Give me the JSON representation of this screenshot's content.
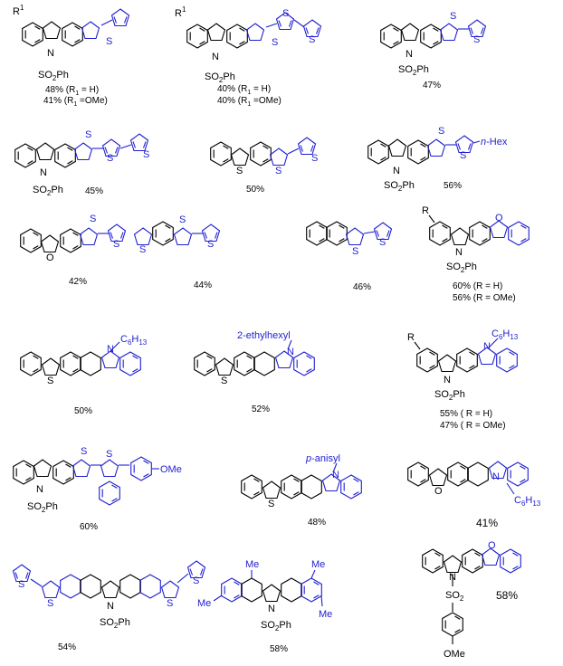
{
  "colors": {
    "core": "#000000",
    "added": "#1f1fd0"
  },
  "compounds": [
    {
      "labels": [
        "R",
        "1",
        "S",
        "N",
        "SO",
        "2",
        "Ph"
      ],
      "yields": [
        "48% (R",
        "1",
        " = H)",
        "41% (R",
        "1",
        " =OMe)"
      ]
    },
    {
      "labels": [
        "R",
        "1",
        "S",
        "S",
        "S",
        "N",
        "SO",
        "2",
        "Ph"
      ],
      "yields": [
        "40% (R",
        "1",
        " = H)",
        "40% (R",
        "1",
        " =OMe)"
      ]
    },
    {
      "labels": [
        "S",
        "S",
        "N",
        "SO",
        "2",
        "Ph"
      ],
      "yields": [
        "47%"
      ]
    },
    {
      "labels": [
        "S",
        "S",
        "S",
        "N",
        "SO",
        "2",
        "Ph"
      ],
      "yields": [
        "45%"
      ]
    },
    {
      "labels": [
        "S",
        "S",
        "S"
      ],
      "yields": [
        "50%"
      ]
    },
    {
      "labels": [
        "S",
        "S",
        "n",
        "-Hex",
        "N",
        "SO",
        "2",
        "Ph"
      ],
      "yields": [
        "56%"
      ]
    },
    {
      "labels": [
        "S",
        "S",
        "O"
      ],
      "yields": [
        "42%"
      ]
    },
    {
      "labels": [
        "S",
        "S",
        "S"
      ],
      "yields": [
        "44%"
      ]
    },
    {
      "labels": [
        "S",
        "S"
      ],
      "yields": [
        "46%"
      ]
    },
    {
      "labels": [
        "R",
        "O",
        "N",
        "SO",
        "2",
        "Ph"
      ],
      "yields": [
        "60% (R = H)",
        "56% (R = OMe)"
      ]
    },
    {
      "labels": [
        "C",
        "6",
        "H",
        "13",
        "N",
        "S"
      ],
      "yields": [
        "50%"
      ]
    },
    {
      "labels": [
        "2-ethylhexyl",
        "N",
        "S"
      ],
      "yields": [
        "52%"
      ]
    },
    {
      "labels": [
        "R",
        "C",
        "6",
        "H",
        "13",
        "N",
        "N",
        "SO",
        "2",
        "Ph"
      ],
      "yields": [
        "55% ( R = H)",
        "47% ( R = OMe)"
      ]
    },
    {
      "labels": [
        "S",
        "S",
        "OMe",
        "N",
        "SO",
        "2",
        "Ph"
      ],
      "yields": [
        "60%"
      ]
    },
    {
      "labels": [
        "p",
        "-anisyl",
        "N",
        "S"
      ],
      "yields": [
        "48%"
      ]
    },
    {
      "labels": [
        "N",
        "C",
        "6",
        "H",
        "13",
        "O"
      ],
      "yields": [
        "41%"
      ]
    },
    {
      "labels": [
        "S",
        "S",
        "S",
        "S",
        "N",
        "SO",
        "2",
        "Ph"
      ],
      "yields": [
        "54%"
      ]
    },
    {
      "labels": [
        "Me",
        "Me",
        "Me",
        "Me",
        "N",
        "SO",
        "2",
        "Ph"
      ],
      "yields": [
        "58%"
      ]
    },
    {
      "labels": [
        "O",
        "N",
        "SO",
        "2",
        "OMe"
      ],
      "yields": [
        "58%"
      ]
    }
  ]
}
